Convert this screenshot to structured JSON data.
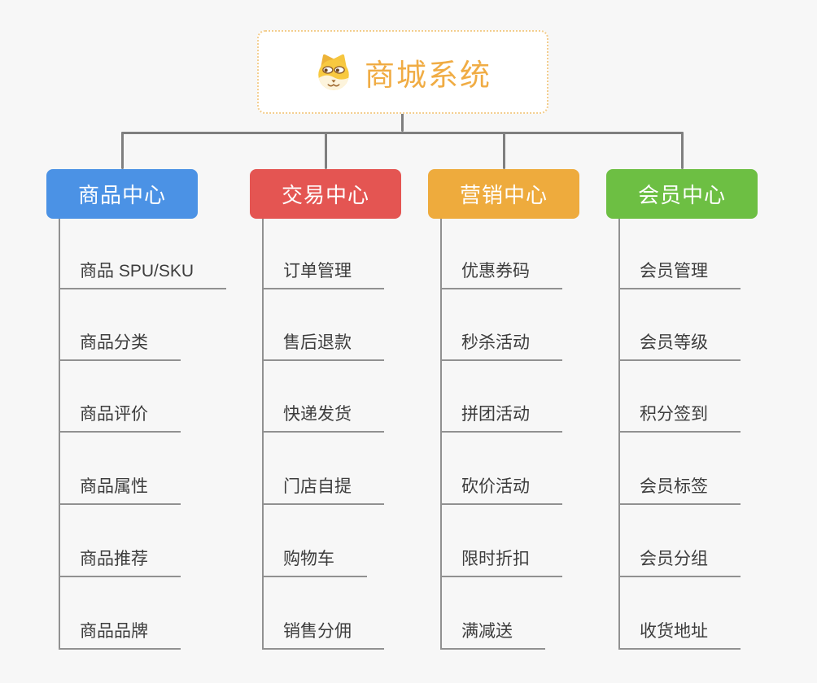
{
  "root": {
    "title": "商城系统",
    "icon": "dog-face-icon",
    "title_color": "#F0AC44",
    "border_color": "#F3CD8D"
  },
  "connector_color": "#7F7F7F",
  "leaf_line_color": "#919191",
  "leaf_text_color": "#3D3D3D",
  "branches": [
    {
      "label": "商品中心",
      "color": "#4B92E5",
      "items": [
        "商品 SPU/SKU",
        "商品分类",
        "商品评价",
        "商品属性",
        "商品推荐",
        "商品品牌"
      ]
    },
    {
      "label": "交易中心",
      "color": "#E45552",
      "items": [
        "订单管理",
        "售后退款",
        "快递发货",
        "门店自提",
        "购物车",
        "销售分佣"
      ]
    },
    {
      "label": "营销中心",
      "color": "#EEAB3D",
      "items": [
        "优惠券码",
        "秒杀活动",
        "拼团活动",
        "砍价活动",
        "限时折扣",
        "满减送"
      ]
    },
    {
      "label": "会员中心",
      "color": "#6DBF43",
      "items": [
        "会员管理",
        "会员等级",
        "积分签到",
        "会员标签",
        "会员分组",
        "收货地址"
      ]
    }
  ]
}
